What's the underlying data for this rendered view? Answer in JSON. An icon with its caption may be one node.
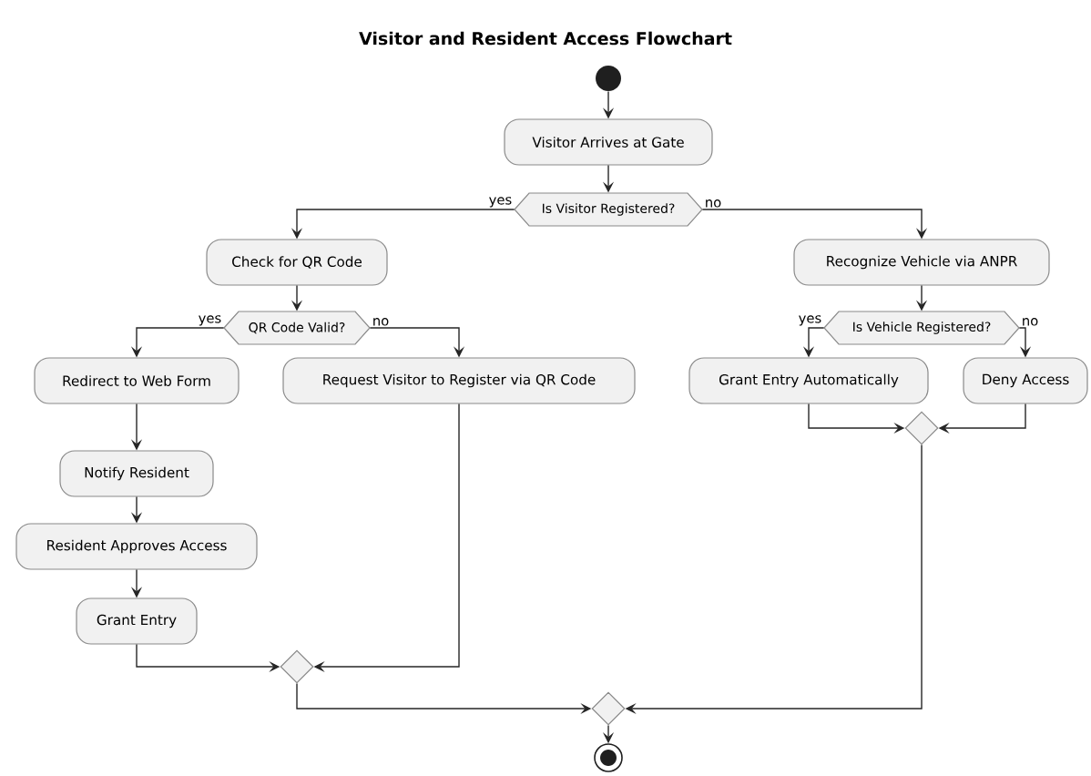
{
  "diagram": {
    "title": "Visitor and Resident Access Flowchart",
    "nodes": [
      {
        "text": [],
        "shape": "circle"
      },
      {
        "text": [
          "Visitor Arrives at Gate"
        ]
      },
      {
        "text": [
          "Is Visitor Registered?"
        ]
      },
      {
        "text": [
          "Check for QR Code"
        ]
      },
      {
        "text": [
          "Recognize Vehicle via ANPR"
        ]
      },
      {
        "text": [
          "QR Code Valid?"
        ]
      },
      {
        "text": [
          "Is Vehicle Registered?"
        ]
      },
      {
        "text": [
          "Redirect to Web Form"
        ]
      },
      {
        "text": [
          "Request Visitor to Register via QR Code"
        ]
      },
      {
        "text": [
          "Grant Entry Automatically"
        ]
      },
      {
        "text": [
          "Deny Access"
        ]
      },
      {
        "text": [],
        "shape": "diamond"
      },
      {
        "text": [
          "Notify Resident"
        ]
      },
      {
        "text": [
          "Resident Approves Access"
        ]
      },
      {
        "text": [
          "Grant Entry"
        ]
      },
      {
        "text": [],
        "shape": "diamond"
      },
      {
        "text": [],
        "shape": "diamond"
      },
      {
        "text": [],
        "shape": "circle"
      }
    ],
    "edges": [
      {
        "from": 0,
        "to": 1,
        "arrow": "to"
      },
      {
        "from": 1,
        "to": 2,
        "arrow": "to"
      },
      {
        "from": 2,
        "to": 3,
        "arrow": "to",
        "label": "yes"
      },
      {
        "from": 2,
        "to": 4,
        "arrow": "to",
        "label": "no"
      },
      {
        "from": 3,
        "to": 5,
        "arrow": "to"
      },
      {
        "from": 5,
        "to": 7,
        "arrow": "to",
        "label": "yes"
      },
      {
        "from": 5,
        "to": 8,
        "arrow": "to",
        "label": "no"
      },
      {
        "from": 4,
        "to": 6,
        "arrow": "to"
      },
      {
        "from": 6,
        "to": 9,
        "arrow": "to",
        "label": "yes"
      },
      {
        "from": 6,
        "to": 10,
        "arrow": "to",
        "label": "no"
      },
      {
        "from": 9,
        "to": 11,
        "arrow": "to"
      },
      {
        "from": 10,
        "to": 11,
        "arrow": "to"
      },
      {
        "from": 7,
        "to": 12,
        "arrow": "to"
      },
      {
        "from": 12,
        "to": 13,
        "arrow": "to"
      },
      {
        "from": 13,
        "to": 14,
        "arrow": "to"
      },
      {
        "from": 14,
        "to": 15,
        "arrow": "to"
      },
      {
        "from": 8,
        "to": 15,
        "arrow": "to"
      },
      {
        "from": 15,
        "to": 16,
        "arrow": "to"
      },
      {
        "from": 11,
        "to": 16,
        "arrow": "to"
      },
      {
        "from": 16,
        "to": 17,
        "arrow": "to"
      }
    ]
  }
}
